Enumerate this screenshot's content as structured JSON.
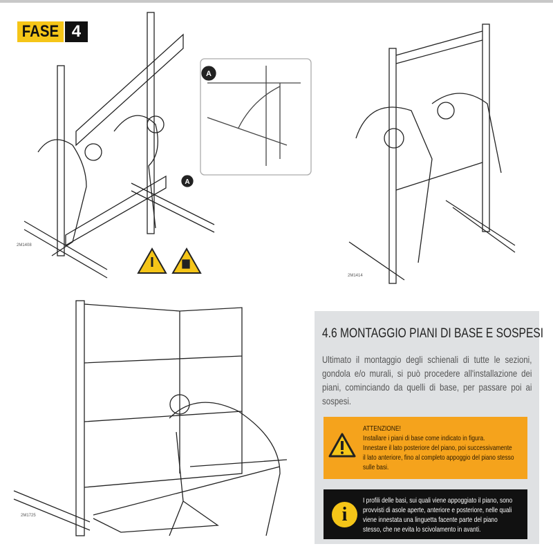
{
  "header": {
    "phase_label": "FASE",
    "phase_number": "4"
  },
  "figures": {
    "fig1_code": "2M1408",
    "fig1_callout": "A",
    "fig2_code": "2M1414",
    "fig3_code": "2M1725"
  },
  "section": {
    "title": "4.6 MONTAGGIO PIANI DI BASE E SOSPESI",
    "intro": "Ultimato il montaggio degli schienali di tutte le sezioni, gondola e/o murali, si può procedere all'installazione dei piani, cominciando da quelli di base, per passare poi ai sospesi.",
    "warning_title": "ATTENZIONE!",
    "warning_lines": [
      "Installare i piani di base come indicato in figura.",
      "Innestare il lato posteriore del piano, poi successivamente il lato anteriore, fino al completo appoggio del piano stesso sulle basi."
    ],
    "info_text": "I profili delle basi, sui quali viene appoggiato il piano, sono provvisti di asole aperte, anteriore e posteriore, nelle quali viene innestata una linguetta facente parte del piano stesso, che ne evita lo scivolamento in avanti."
  },
  "colors": {
    "yellow": "#f5c518",
    "orange": "#f5a31c",
    "panel": "#dfe1e3"
  }
}
